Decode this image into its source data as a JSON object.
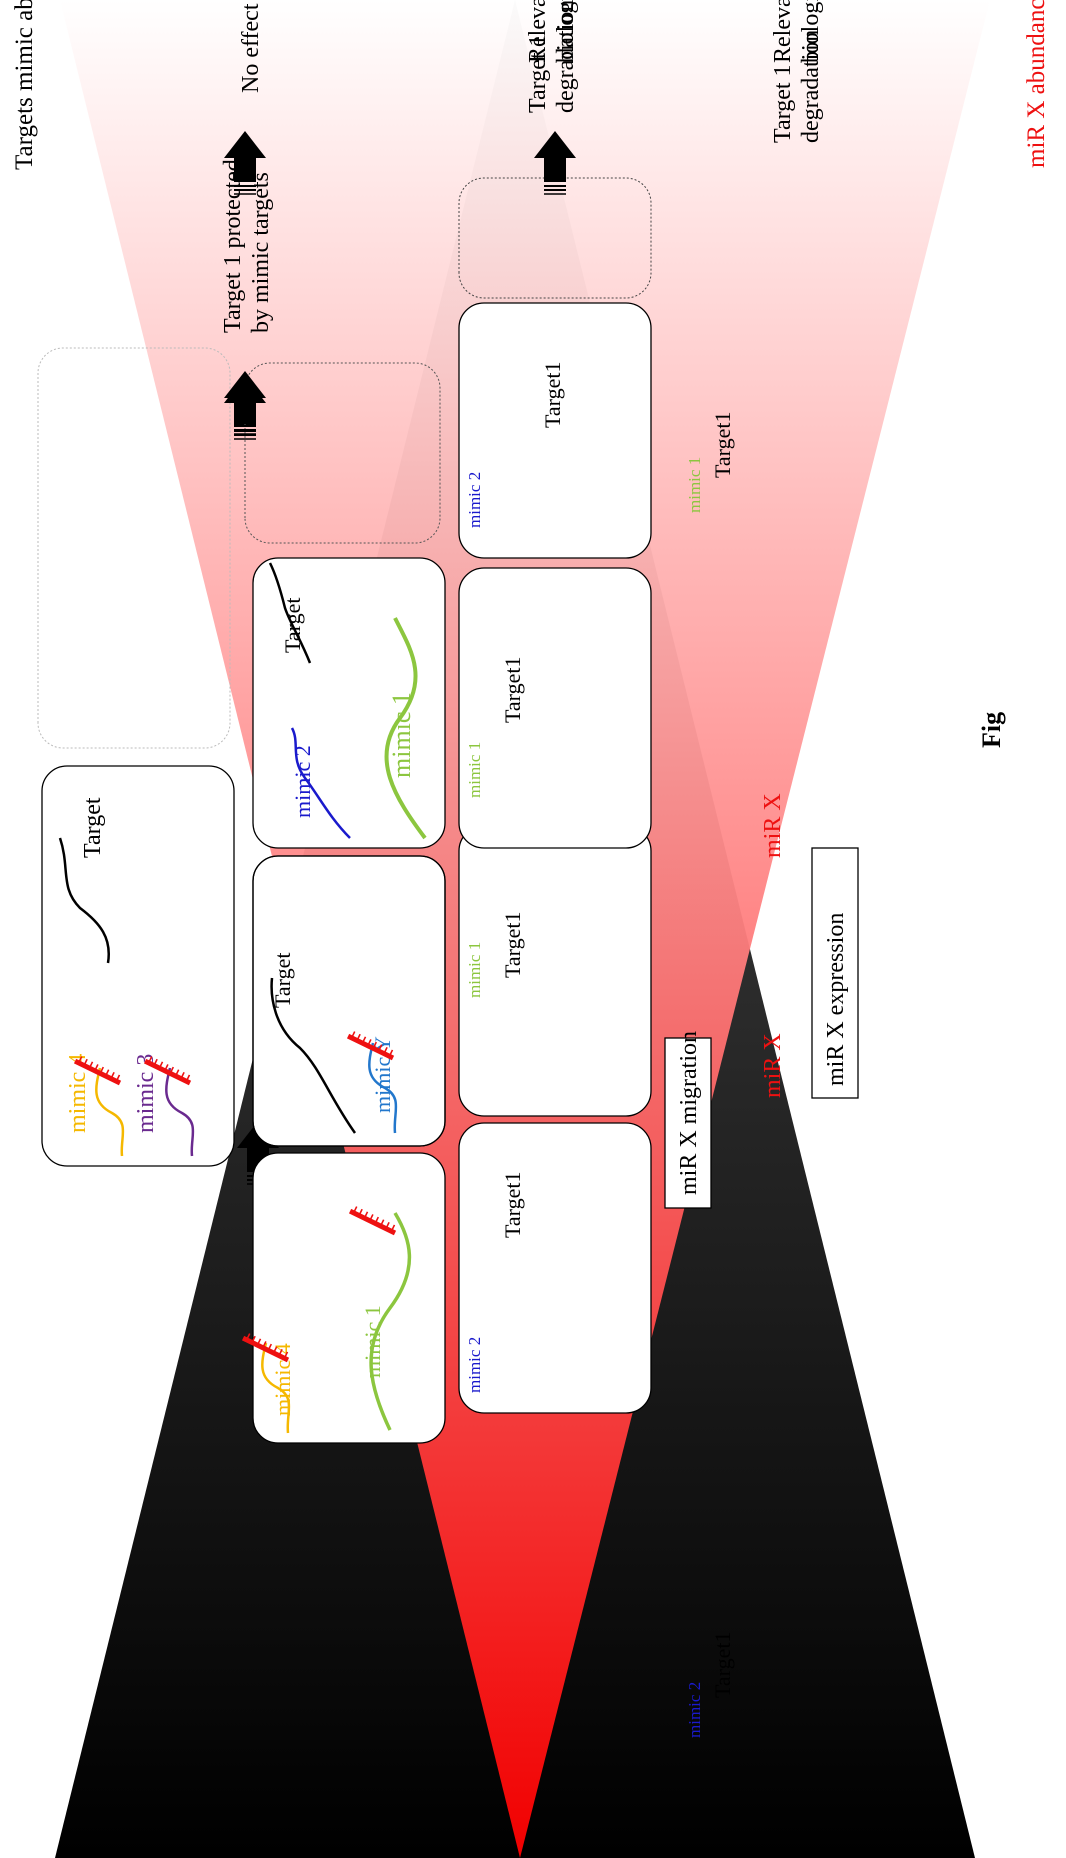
{
  "gradient": {
    "mimic_label": "Targets mimic abundance",
    "mir_label": "miR X abundance",
    "mimic_color": "#000000",
    "mir_color": "#ff0000"
  },
  "labels": {
    "target": "Target",
    "target1": "Target1",
    "mimic1": "mimic 1",
    "mimic2": "mimic 2",
    "mimic3": "mimic 3",
    "mimic4": "mimic 4",
    "mimicY": "mimic Y",
    "mirx": "miR X"
  },
  "boxes": {
    "migration": "miR X migration",
    "expression": "miR X expression"
  },
  "outcomes": {
    "protected_line1": "Target 1 protected",
    "protected_line2": "by mimic targets",
    "no_effect": "No effect",
    "degradation_line1": "Target 1",
    "degradation_line2": "degradation",
    "relevant_line1": "Relevant",
    "relevant_line2": "biological effect"
  },
  "caption_fragment": "Fig",
  "colors": {
    "mir": "#ee1111",
    "mimic1": "#8cc63f",
    "mimic2": "#1a1acc",
    "mimic3": "#6a2a8f",
    "mimic4": "#f5b800",
    "mimicY": "#2277cc",
    "target": "#000000"
  }
}
